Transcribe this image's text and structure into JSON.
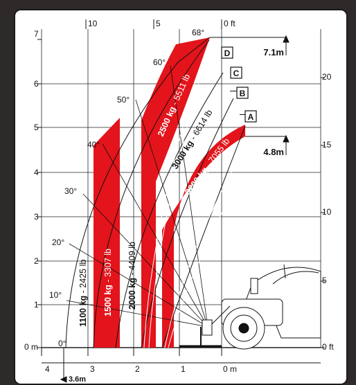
{
  "diagram": {
    "title": "",
    "colors": {
      "zone": "#e3141b",
      "grid": "#222222",
      "ink": "#111111",
      "background": "#ffffff",
      "frame": "#2e2a29"
    },
    "axis_m_left": [
      "0 m",
      "1",
      "2",
      "3",
      "4",
      "5",
      "6",
      "7"
    ],
    "axis_ft_right": [
      "0 ft",
      "5",
      "10",
      "15",
      "20"
    ],
    "axis_ft_top": [
      "10",
      "5",
      "0 ft"
    ],
    "axis_m_bottom": [
      "4",
      "3",
      "2",
      "1",
      "0 m"
    ],
    "reach_label": "3.6m",
    "height_labels": [
      "7.1m",
      "4.8m"
    ],
    "angle_labels": [
      "0°",
      "10°",
      "20°",
      "30°",
      "40°",
      "50°",
      "60°",
      "68°"
    ],
    "markers": [
      "A",
      "B",
      "C",
      "D"
    ],
    "load_labels": [
      {
        "kg": "1100 kg",
        "lb": "2425 lb"
      },
      {
        "kg": "1500 kg",
        "lb": "3307 lb"
      },
      {
        "kg": "2000 kg",
        "lb": "4409 lb"
      },
      {
        "kg": "2500 kg",
        "lb": "5511 lb"
      },
      {
        "kg": "3000 kg",
        "lb": "6614 lb"
      },
      {
        "kg": "3200 kg",
        "lb": "7055 lb"
      }
    ],
    "separator": " - "
  }
}
